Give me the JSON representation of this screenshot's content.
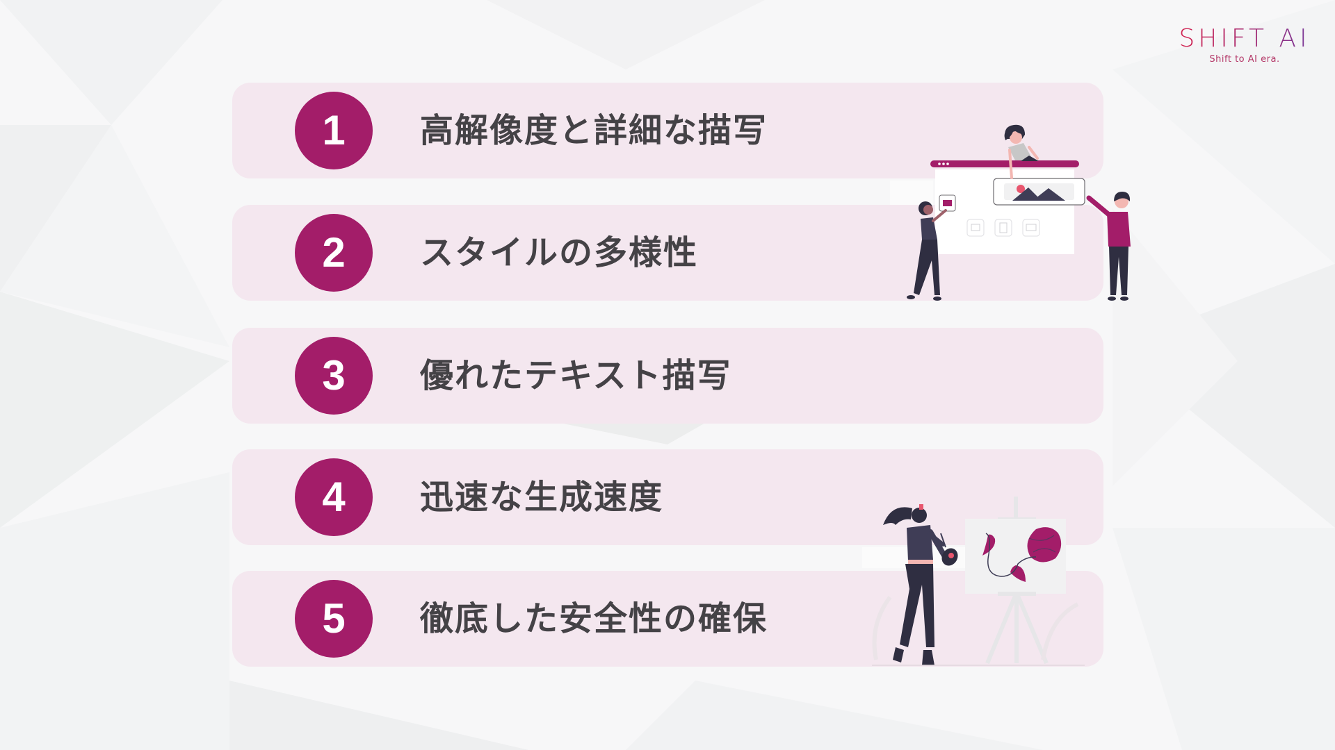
{
  "logo": {
    "title": "SHIFT AI",
    "tagline": "Shift to AI era.",
    "gradient": [
      "#d2224f",
      "#7a3a9a"
    ]
  },
  "list": {
    "accent_color": "#a31d69",
    "card_color": "#f4e7ef",
    "text_color": "#444246",
    "items": [
      {
        "number": "1",
        "label": "高解像度と詳細な描写"
      },
      {
        "number": "2",
        "label": "スタイルの多様性"
      },
      {
        "number": "3",
        "label": "優れたテキスト描写"
      },
      {
        "number": "4",
        "label": "迅速な生成速度"
      },
      {
        "number": "5",
        "label": "徹底した安全性の確保"
      }
    ]
  },
  "illustrations": {
    "top": {
      "icon": "people-building-web-page-illustration"
    },
    "bottom": {
      "icon": "woman-painting-flower-on-easel-illustration"
    }
  }
}
